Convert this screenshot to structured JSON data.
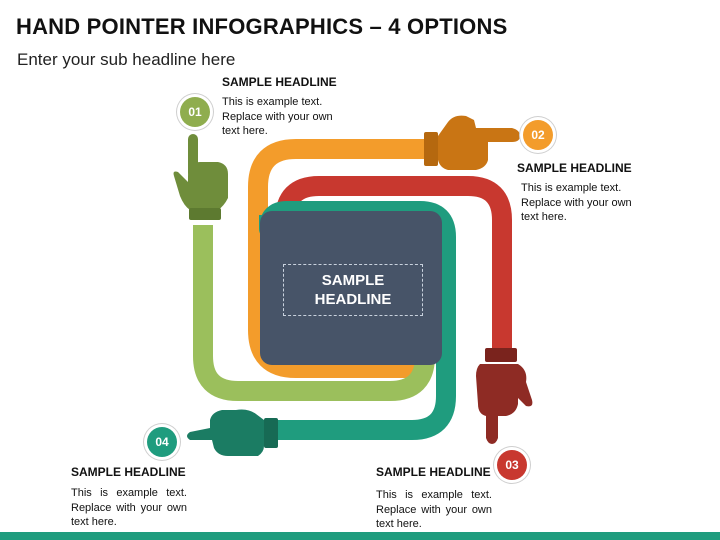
{
  "header": {
    "title": "HAND POINTER INFOGRAPHICS – 4 OPTIONS",
    "subtitle": "Enter your sub headline here"
  },
  "center": {
    "label": "SAMPLE\nHEADLINE"
  },
  "options": [
    {
      "number": "01",
      "headline": "SAMPLE HEADLINE",
      "text": "This is example text. Replace with your own text here.",
      "color": "#8fad4e"
    },
    {
      "number": "02",
      "headline": "SAMPLE HEADLINE",
      "text": "This is example text. Replace with your own text here.",
      "color": "#f39c2b"
    },
    {
      "number": "03",
      "headline": "SAMPLE HEADLINE",
      "text": "This is example text. Replace with your own text here.",
      "color": "#c8382f"
    },
    {
      "number": "04",
      "headline": "SAMPLE HEADLINE",
      "text": "This is example text. Replace with your own text here.",
      "color": "#1f9c7e"
    }
  ],
  "colors": {
    "center_box": "#475468",
    "green": "#9bbf5c",
    "orange": "#f39c2b",
    "red": "#c8382f",
    "teal": "#1f9c7e"
  },
  "icons": [
    "hand-pointing-up-icon",
    "hand-pointing-right-icon",
    "hand-pointing-down-icon",
    "hand-pointing-left-icon"
  ]
}
